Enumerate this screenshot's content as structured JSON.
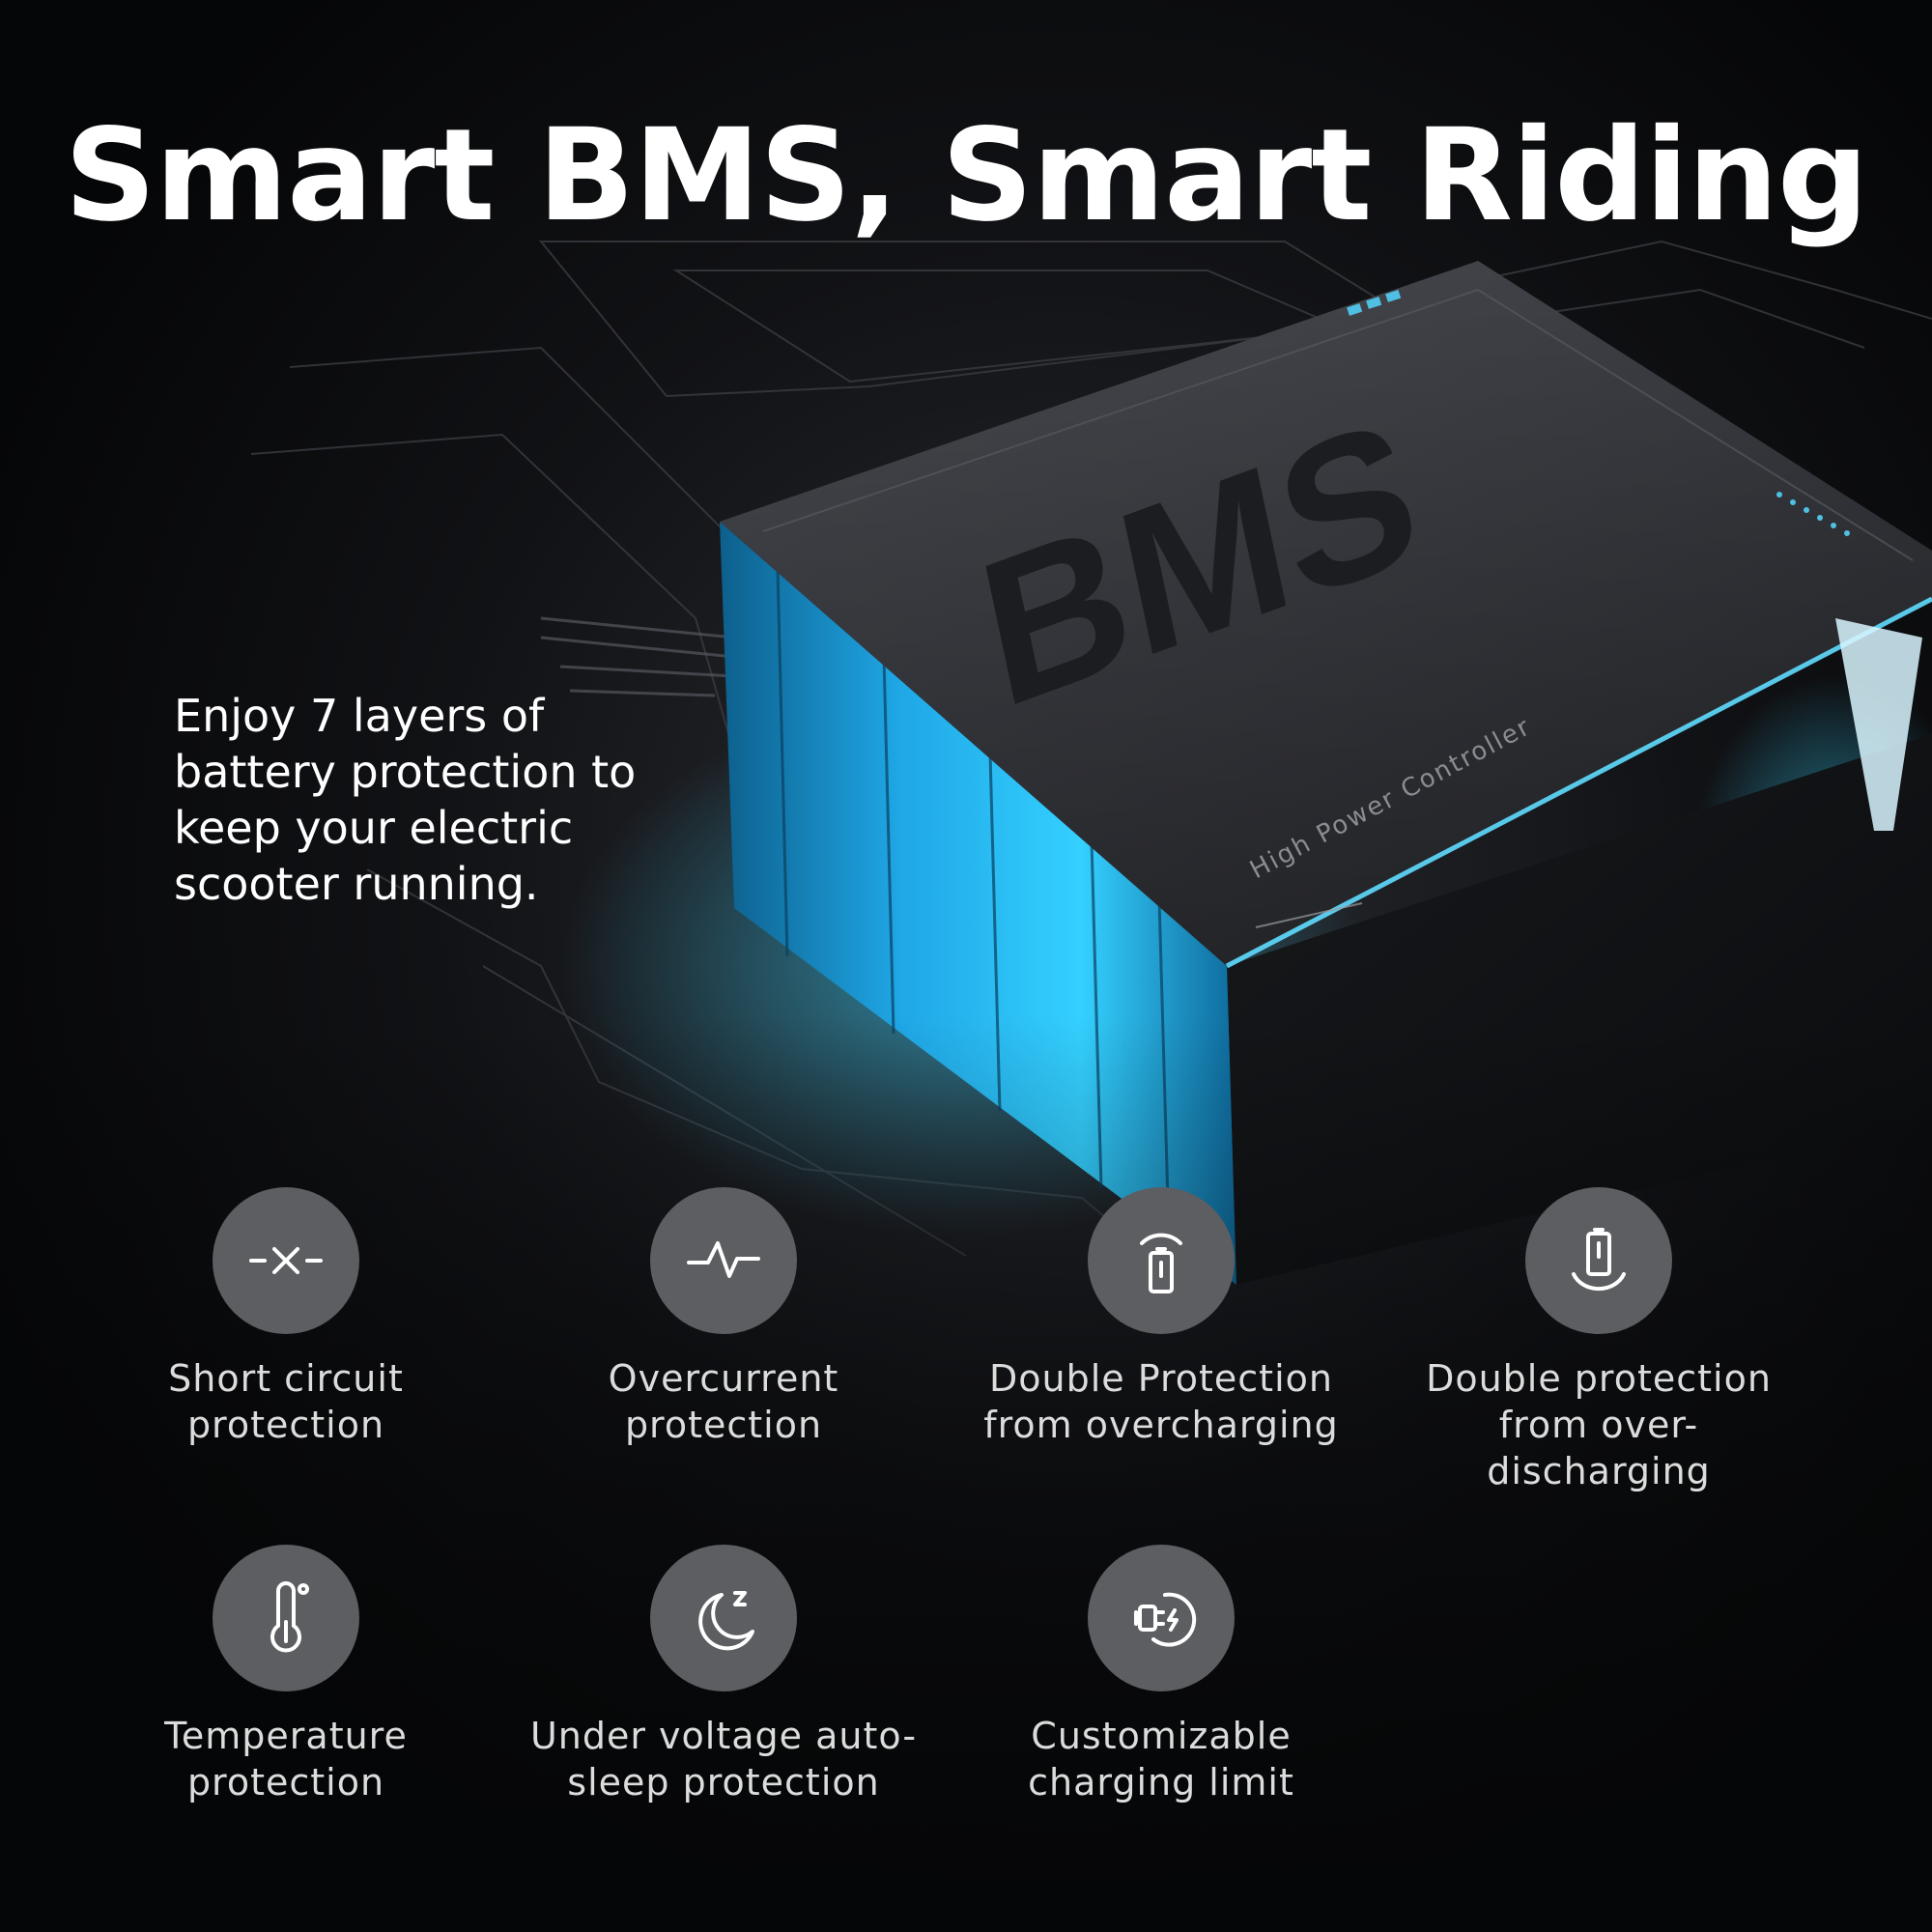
{
  "headline": "Smart BMS, Smart Riding",
  "intro": {
    "line1": "Enjoy 7 layers of",
    "line2": "battery protection to",
    "line3": "keep your electric",
    "line4": "scooter running."
  },
  "product": {
    "label": "BMS",
    "sublabel": "High Power Controller",
    "glow_color": "#29c6ff",
    "body_color": "#2c2e33"
  },
  "features": [
    {
      "icon": "short-circuit-icon",
      "line1": "Short circuit",
      "line2": "protection",
      "line3": ""
    },
    {
      "icon": "waveform-icon",
      "line1": "Overcurrent",
      "line2": "protection",
      "line3": ""
    },
    {
      "icon": "battery-charging-icon",
      "line1": "Double Protection",
      "line2": "from overcharging",
      "line3": ""
    },
    {
      "icon": "battery-discharge-icon",
      "line1": "Double protection",
      "line2": "from over-",
      "line3": "discharging"
    },
    {
      "icon": "thermometer-icon",
      "line1": "Temperature",
      "line2": "protection",
      "line3": ""
    },
    {
      "icon": "moon-sleep-icon",
      "line1": "Under voltage auto-",
      "line2": "sleep protection",
      "line3": ""
    },
    {
      "icon": "plug-limit-icon",
      "line1": "Customizable",
      "line2": "charging limit",
      "line3": ""
    }
  ],
  "colors": {
    "background": "#060708",
    "icon_circle": "#5d5e62",
    "label_text": "#dcdcdc"
  }
}
